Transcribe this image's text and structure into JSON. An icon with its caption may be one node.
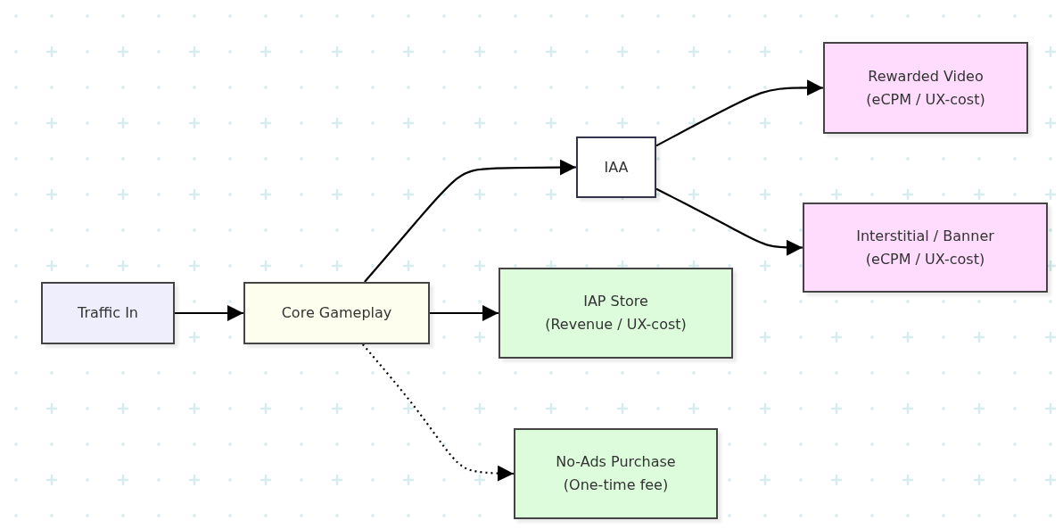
{
  "diagram": {
    "nodes": [
      {
        "text": [
          "Traffic In"
        ]
      },
      {
        "text": [
          "Core Gameplay"
        ]
      },
      {
        "text": [
          "IAA"
        ]
      },
      {
        "text": [
          "Rewarded Video",
          "(eCPM / UX-cost)"
        ]
      },
      {
        "text": [
          "Interstitial / Banner",
          "(eCPM / UX-cost)"
        ]
      },
      {
        "text": [
          "IAP Store",
          "(Revenue / UX-cost)"
        ]
      },
      {
        "text": [
          "No-Ads Purchase",
          "(One-time fee)"
        ]
      }
    ],
    "edges": [
      {
        "from": 0,
        "to": 1,
        "arrow": "to"
      },
      {
        "from": 1,
        "to": 2,
        "arrow": "to"
      },
      {
        "from": 1,
        "to": 5,
        "arrow": "to"
      },
      {
        "from": 1,
        "to": 6,
        "arrow": "to",
        "style": "dashed"
      },
      {
        "from": 2,
        "to": 3,
        "arrow": "to"
      },
      {
        "from": 2,
        "to": 4,
        "arrow": "to"
      }
    ]
  }
}
